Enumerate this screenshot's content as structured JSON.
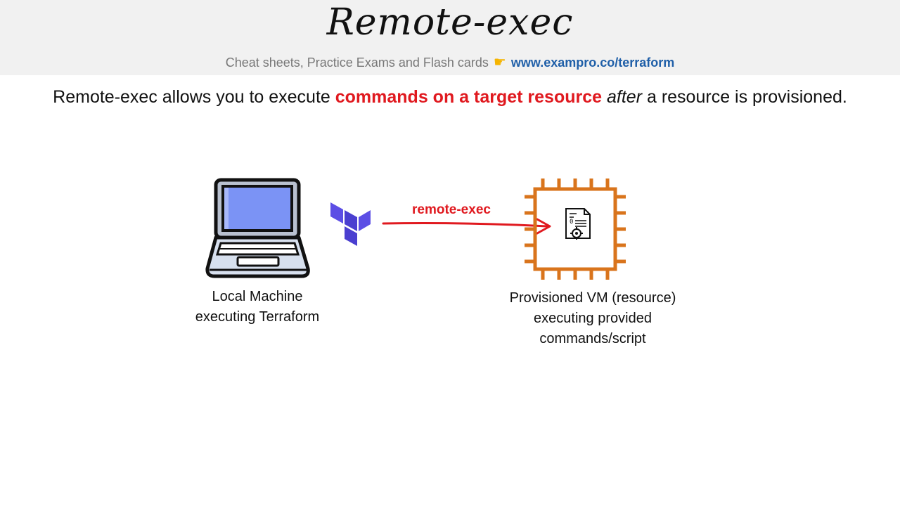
{
  "header": {
    "title": "Remote-exec",
    "tagline_text": "Cheat sheets, Practice Exams and Flash cards",
    "tagline_url": "www.exampro.co/terraform"
  },
  "intro": {
    "before": "Remote-exec allows you to execute ",
    "highlight": "commands on a target resource",
    "between": " ",
    "emphasis": "after",
    "after": " a resource is provisioned."
  },
  "diagram": {
    "arrow_label": "remote-exec",
    "local_caption": [
      "Local Machine",
      "executing Terraform"
    ],
    "vm_caption": [
      "Provisioned VM (resource)",
      "executing provided",
      "commands/script"
    ]
  },
  "icons": {
    "laptop": "laptop-icon",
    "terraform": "terraform-logo-icon",
    "vm": "cpu-chip-icon",
    "script": "script-document-icon",
    "hand": "pointing-hand-icon"
  },
  "colors": {
    "highlight_red": "#e0191f",
    "link_blue": "#1f5fa8",
    "chip_orange": "#d9741c",
    "terraform_purple": "#5c4ee5",
    "screen_blue": "#7b93f5"
  }
}
